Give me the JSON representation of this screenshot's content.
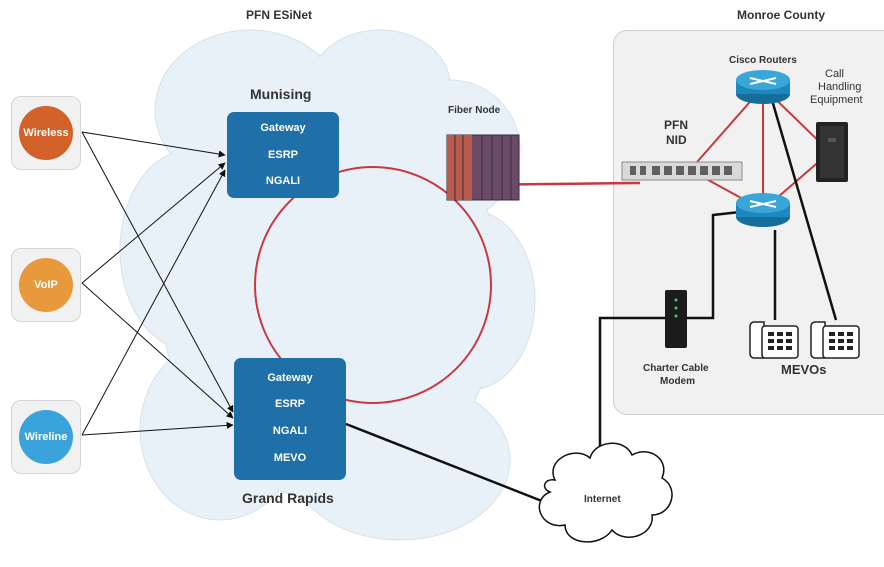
{
  "titles": {
    "network": "PFN ESiNet",
    "county": "Monroe County"
  },
  "sources": [
    {
      "label": "Wireless",
      "color": "#d2622a"
    },
    {
      "label": "VoIP",
      "color": "#e8993b"
    },
    {
      "label": "Wireline",
      "color": "#3aa3db"
    }
  ],
  "munising": {
    "label": "Munising",
    "items": [
      "Gateway",
      "ESRP",
      "NGALI"
    ]
  },
  "grand_rapids": {
    "label": "Grand Rapids",
    "items": [
      "Gateway",
      "ESRP",
      "NGALI",
      "MEVO"
    ]
  },
  "fiber_node": "Fiber Node",
  "pfn_nid": {
    "line1": "PFN",
    "line2": "NID"
  },
  "cisco_routers": "Cisco Routers",
  "call_handling": {
    "line1": "Call",
    "line2": "Handling",
    "line3": "Equipment"
  },
  "modem": {
    "line1": "Charter Cable",
    "line2": "Modem"
  },
  "mevos": "MEVOs",
  "internet": "Internet",
  "colors": {
    "ring": "#c8383f",
    "node": "#1f6fa9",
    "cloud": "#e9f1f8",
    "panel": "#f1f1f1"
  }
}
